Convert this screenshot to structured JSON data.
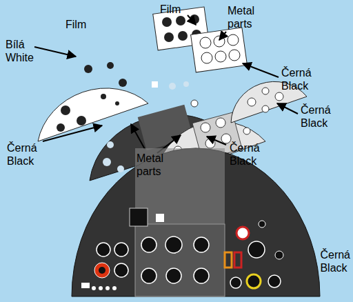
{
  "diagram": {
    "labels": [
      "Film",
      "Bílá White",
      "Film",
      "Metal parts",
      "Černá Black",
      "Černá Black",
      "Černá Black",
      "Metal parts",
      "Černá Black",
      "Černá Black"
    ]
  }
}
